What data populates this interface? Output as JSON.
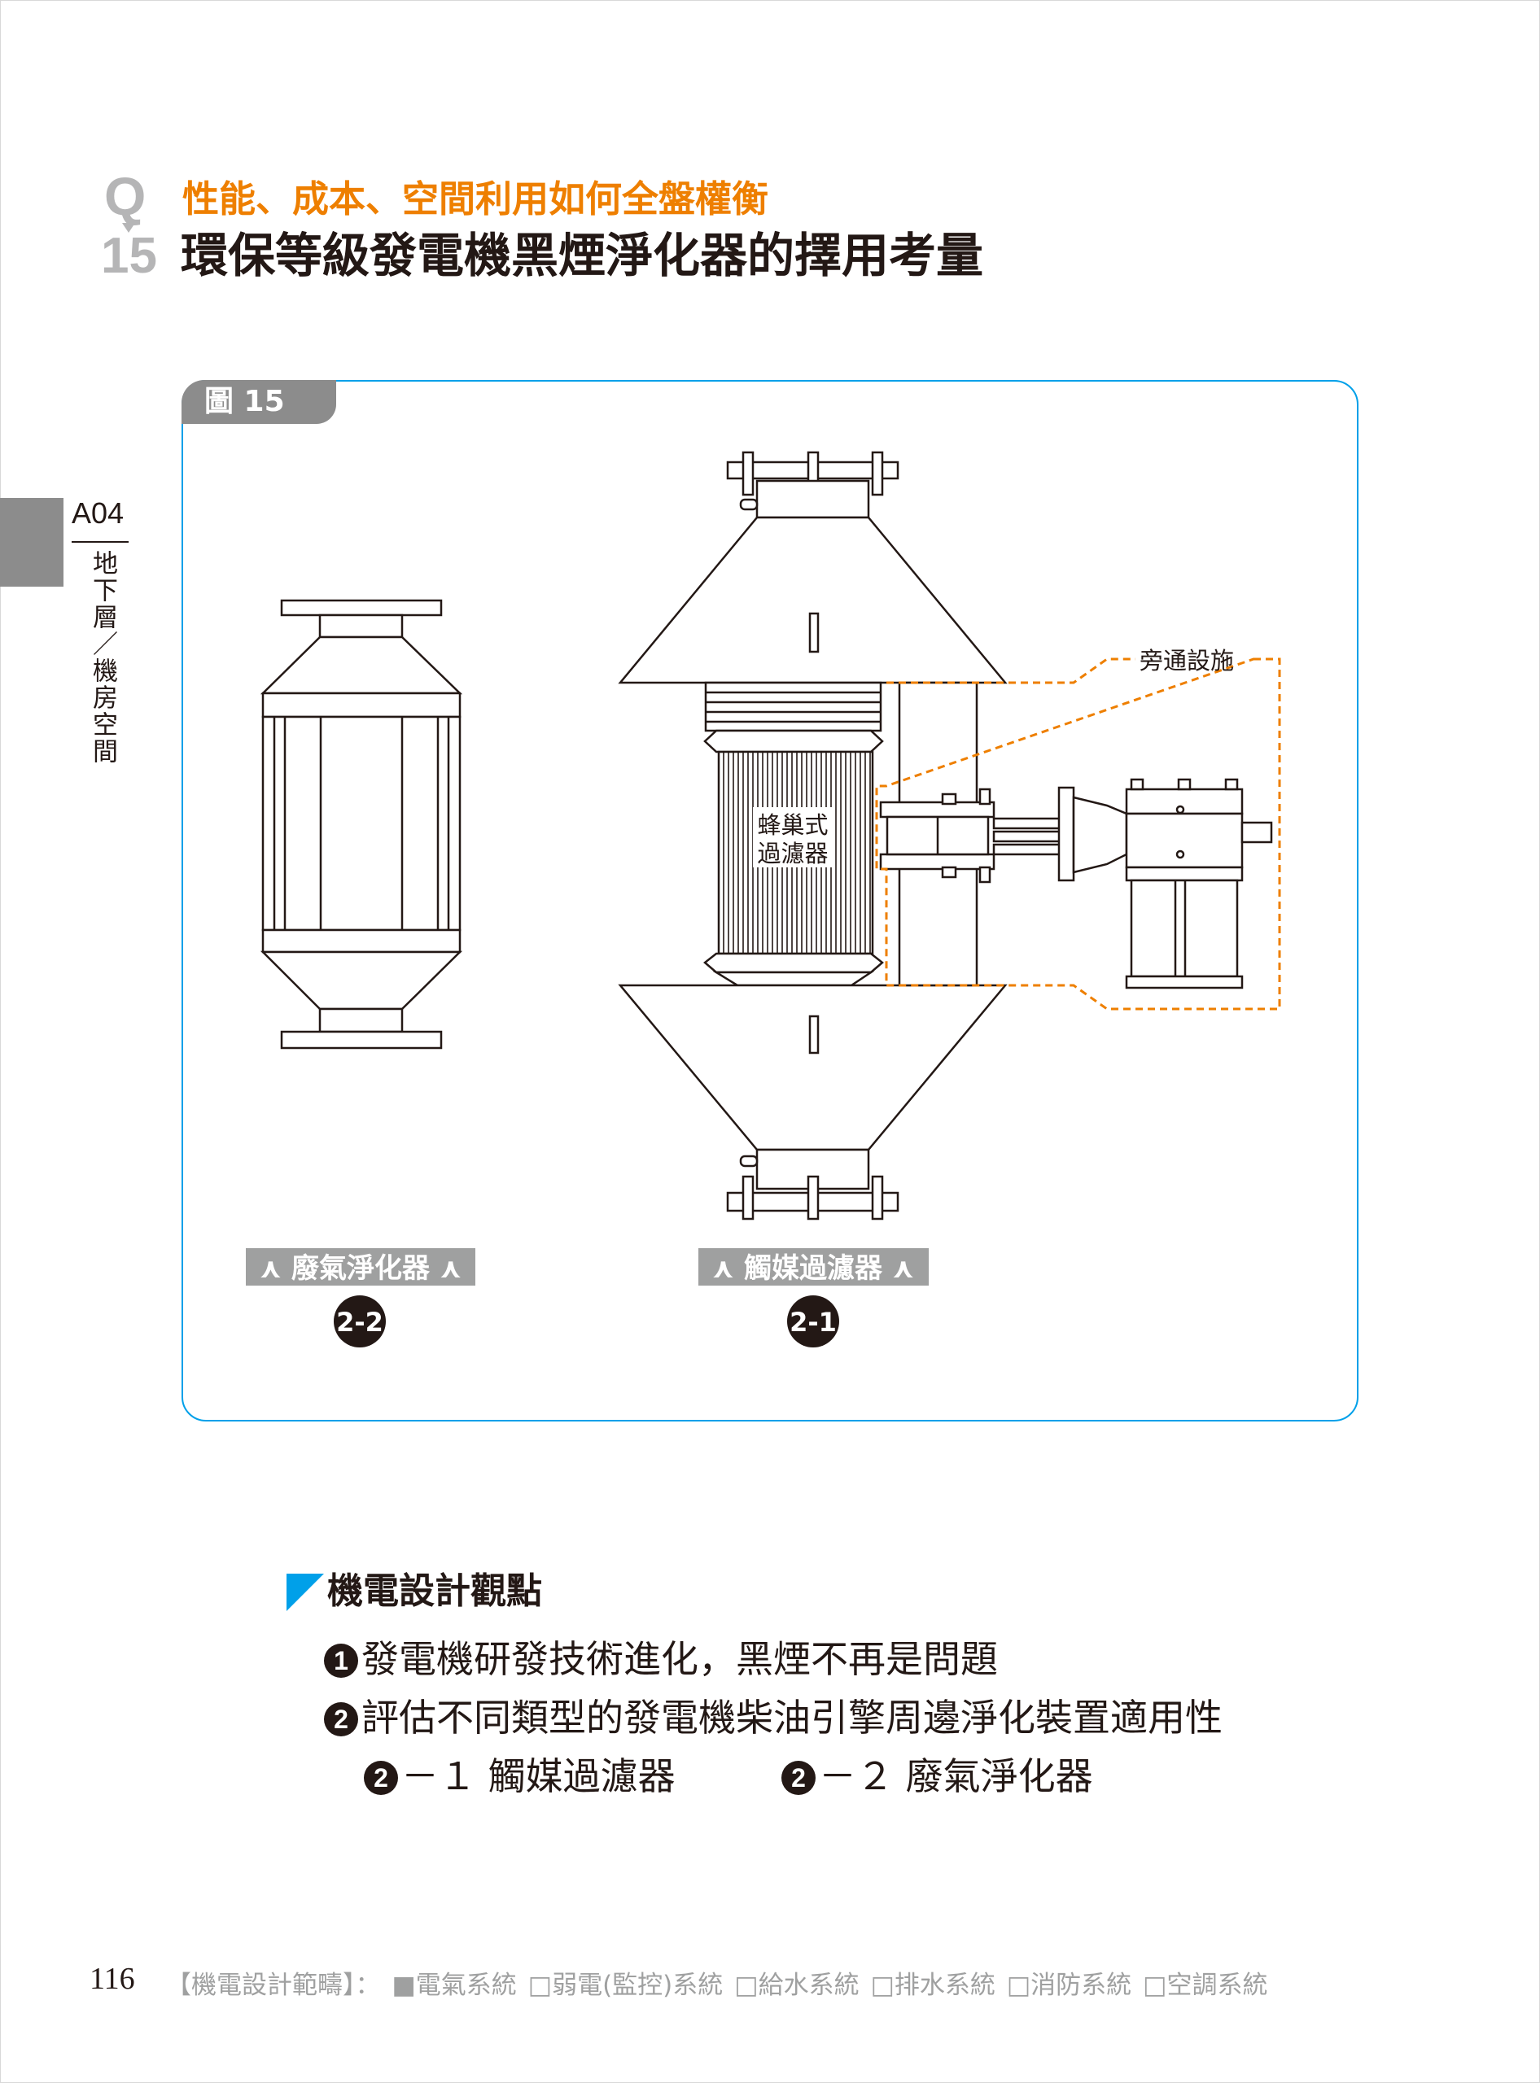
{
  "header": {
    "q_letter": "Q",
    "q_number": "15",
    "subtitle": "性能、成本、空間利用如何全盤權衡",
    "title": "環保等級發電機黑煙淨化器的擇用考量"
  },
  "sidebar": {
    "code": "A04",
    "chapter": "地下層／機房空間"
  },
  "figure": {
    "tag": "圖 15",
    "honeycomb_label_1": "蜂巢式",
    "honeycomb_label_2": "過濾器",
    "bypass_label": "旁通設施",
    "left_caption": "⋏ 廢氣淨化器 ⋏",
    "right_caption": "⋏ 觸媒過濾器 ⋏",
    "left_badge": "2-2",
    "right_badge": "2-1",
    "colors": {
      "frame": "#00a0e9",
      "bypass": "#ee7f00",
      "caption_bg": "#9fa0a0"
    }
  },
  "section": {
    "title": "機電設計觀點",
    "items": [
      {
        "num": "1",
        "text": "發電機研發技術進化，黑煙不再是問題"
      },
      {
        "num": "2",
        "text": "評估不同類型的發電機柴油引擎周邊淨化裝置適用性"
      }
    ],
    "subitems": [
      {
        "num": "2",
        "text": "－１ 觸媒過濾器"
      },
      {
        "num": "2",
        "text": "－２ 廢氣淨化器"
      }
    ]
  },
  "footer": {
    "page_number": "116",
    "series": "【機電設計範疇】：",
    "categories": [
      "■電氣系統",
      "□弱電(監控)系統",
      "□給水系統",
      "□排水系統",
      "□消防系統",
      "□空調系統"
    ]
  }
}
